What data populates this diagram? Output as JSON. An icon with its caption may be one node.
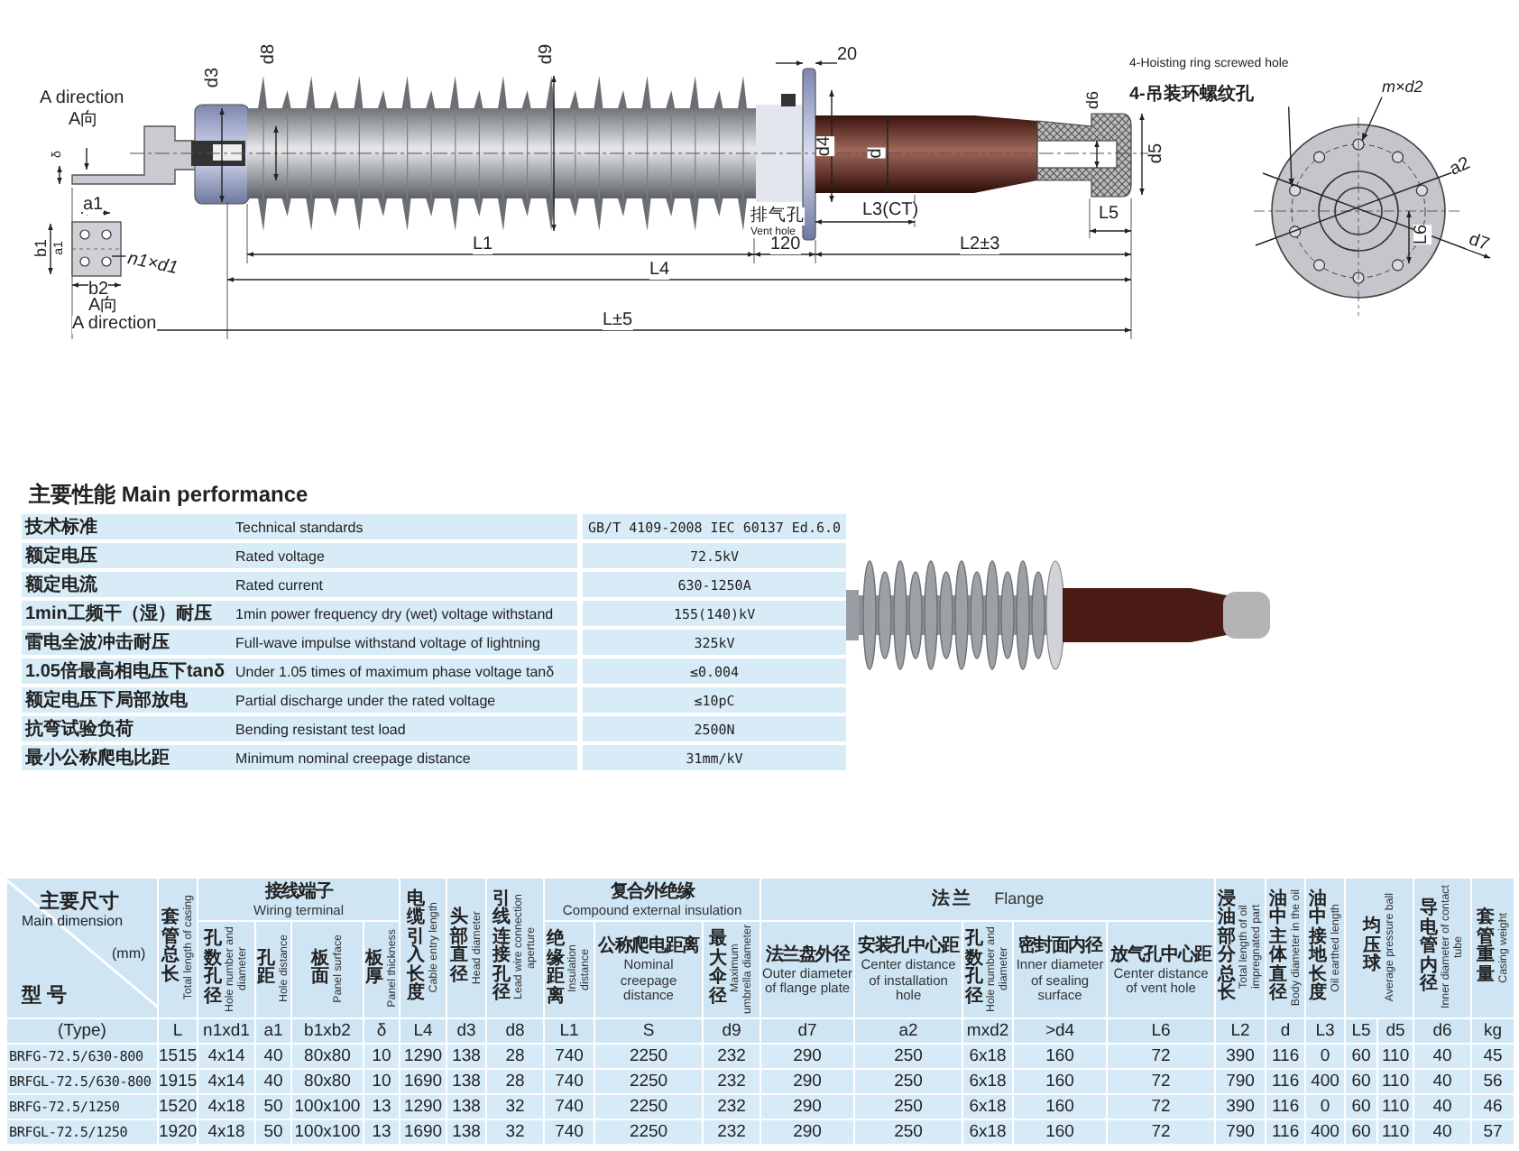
{
  "diagram": {
    "nodes": [
      {
        "text": [
          "4-Hoisting ring screwed hole",
          "4-吊装环螺纹孔"
        ]
      },
      {
        "text": [
          "m×d2"
        ]
      },
      {
        "text": [
          "n1×d1"
        ]
      }
    ],
    "edges": [
      {
        "from": 0,
        "to": null,
        "arrow": "to"
      },
      {
        "from": 1,
        "to": null,
        "arrow": "to"
      },
      {
        "from": 2,
        "to": null,
        "arrow": "none"
      }
    ],
    "labels": [
      "A direction",
      "A向",
      "δ",
      "a1",
      "b1",
      "a1",
      "b2",
      "A向",
      "A direction",
      "d3",
      "d8",
      "d9",
      "L1",
      "L4",
      "L±5",
      "20",
      "d4",
      "d",
      "排气孔",
      "Vent hole",
      "L3(CT)",
      "120",
      "L2±3",
      "d6",
      "d5",
      "L5",
      "a2",
      "L6",
      "d7",
      "主要性能 Main performance",
      "技术标准",
      "Technical standards",
      "GB/T 4109-2008 IEC 60137 Ed.6.0",
      "额定电压",
      "Rated voltage",
      "72.5kV",
      "额定电流",
      "Rated current",
      "630-1250A",
      "1min工频干（湿）耐压",
      "1min power frequency dry (wet) voltage withstand",
      "155(140)kV",
      "雷电全波冲击耐压",
      "Full-wave impulse withstand voltage of lightning",
      "325kV",
      "1.05倍最高相电压下tanδ",
      "Under 1.05 times of maximum phase voltage tanδ",
      "≤0.004",
      "额定电压下局部放电",
      "Partial discharge under the rated voltage",
      "≤10pC",
      "抗弯试验负荷",
      "Bending resistant test load",
      "2500N",
      "最小公称爬电比距",
      "Minimum nominal creepage distance",
      "31mm/kV",
      "主要尺寸",
      "Main dimension",
      "(mm)",
      "型 号",
      "套管总长",
      "Total length of casing",
      "接线端子",
      "Wiring terminal",
      "孔数孔径",
      "Hole number and diameter",
      "孔距",
      "Hole distance",
      "板面",
      "Panel surface",
      "板厚",
      "Panel thickness",
      "电缆引入长度",
      "Cable entry length",
      "头部直径",
      "Head diameter",
      "引线连接孔径",
      "Lead wire connection aperture",
      "复合外绝缘",
      "Compound external insulation",
      "绝缘距离",
      "Insulation distance",
      "公称爬电距离",
      "Nominal creepage distance",
      "最大伞径",
      "Maximum umbrella diameter",
      "法 兰",
      "Flange",
      "法兰盘外径",
      "Outer diameter of flange plate",
      "安装孔中心距",
      "Center distance of installation hole",
      "孔数孔径",
      "Hole number and diameter",
      "密封面内径",
      "Inner diameter of sealing surface",
      "放气孔中心距",
      "Center distance of vent hole",
      "浸油部分总长",
      "Total length of oil impregnated part",
      "油中主体直径",
      "Body diameter in the oil",
      "油中接地长度",
      "Oil earthed length",
      "均压球",
      "Average pressure ball",
      "导电管内径",
      "Inner diameter of contact tube",
      "套管重量",
      "Casing weight",
      "(Type)",
      "L",
      "n1xd1",
      "a1",
      "b1xb2",
      "δ",
      "L4",
      "d3",
      "d8",
      "L1",
      "S",
      "d9",
      "d7",
      "a2",
      "mxd2",
      ">d4",
      "L6",
      "L2",
      "d",
      "L3",
      "L5",
      "d5",
      "d6",
      "kg",
      "BRFG-72.5/630-800",
      "1515",
      "4x14",
      "40",
      "80x80",
      "10",
      "1290",
      "138",
      "28",
      "740",
      "2250",
      "232",
      "290",
      "250",
      "6x18",
      "160",
      "72",
      "390",
      "116",
      "0",
      "60",
      "110",
      "40",
      "45",
      "BRFGL-72.5/630-800",
      "1915",
      "4x14",
      "40",
      "80x80",
      "10",
      "1690",
      "138",
      "28",
      "740",
      "2250",
      "232",
      "290",
      "250",
      "6x18",
      "160",
      "72",
      "790",
      "116",
      "400",
      "60",
      "110",
      "40",
      "56",
      "BRFG-72.5/1250",
      "1520",
      "4x18",
      "50",
      "100x100",
      "13",
      "1290",
      "138",
      "32",
      "740",
      "2250",
      "232",
      "290",
      "250",
      "6x18",
      "160",
      "72",
      "390",
      "116",
      "0",
      "60",
      "110",
      "40",
      "46",
      "BRFGL-72.5/1250",
      "1920",
      "4x18",
      "50",
      "100x100",
      "13",
      "1690",
      "138",
      "32",
      "740",
      "2250",
      "232",
      "290",
      "250",
      "6x18",
      "160",
      "72",
      "790",
      "116",
      "400",
      "60",
      "110",
      "40",
      "57"
    ]
  }
}
